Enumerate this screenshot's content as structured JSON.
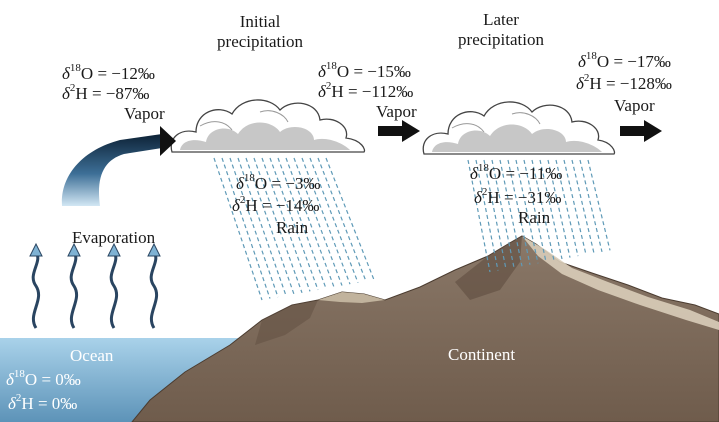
{
  "initial_precipitation": {
    "title_line1": "Initial",
    "title_line2": "precipitation"
  },
  "later_precipitation": {
    "title_line1": "Later",
    "title_line2": "precipitation"
  },
  "ocean": {
    "label": "Ocean",
    "o18": "= 0‰",
    "h2": "= 0‰"
  },
  "evaporation": {
    "label": "Evaporation"
  },
  "vapor_1": {
    "o18": "= −12‰",
    "h2": "= −87‰",
    "label": "Vapor"
  },
  "vapor_2": {
    "o18": "= −15‰",
    "h2": "= −112‰",
    "label": "Vapor"
  },
  "vapor_3": {
    "o18": "= −17‰",
    "h2": "= −128‰",
    "label": "Vapor"
  },
  "rain_1": {
    "o18": "= −3‰",
    "h2": "= −14‰",
    "label": "Rain"
  },
  "rain_2": {
    "o18": "= −11‰",
    "h2": "= −31‰",
    "label": "Rain"
  },
  "continent": {
    "label": "Continent"
  },
  "isotopes": {
    "o_symbol": "O",
    "o_mass": "18",
    "h_symbol": "H",
    "h_mass": "2",
    "delta": "δ"
  },
  "colors": {
    "ocean": "#8ebfdc",
    "land": "#7d6a5a",
    "rain": "#5f9ab7",
    "cloud": "#c7c7c7",
    "arrow": "#111111"
  }
}
